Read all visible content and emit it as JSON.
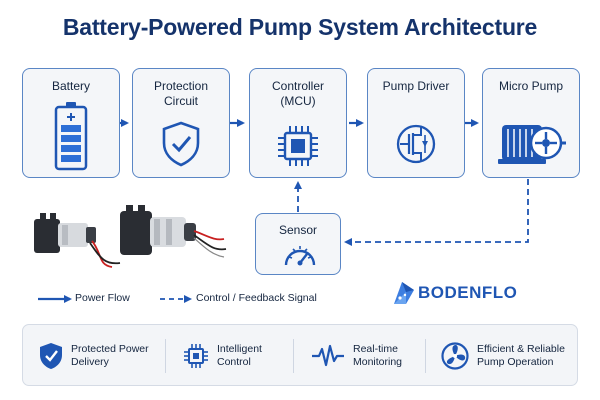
{
  "title": "Battery-Powered Pump System Architecture",
  "blocks": {
    "battery": "Battery",
    "protection": "Protection Circuit",
    "controller": "Controller (MCU)",
    "driver": "Pump Driver",
    "pump": "Micro Pump",
    "sensor": "Sensor"
  },
  "legend": {
    "power": "Power Flow",
    "control": "Control / Feedback Signal"
  },
  "brand": "BODENFLO",
  "features": [
    {
      "label": "Protected Power Delivery",
      "icon": "shield-icon"
    },
    {
      "label": "Intelligent Control",
      "icon": "chip-icon"
    },
    {
      "label": "Real-time Monitoring",
      "icon": "waveform-icon"
    },
    {
      "label": "Efficient & Reliable Pump Operation",
      "icon": "fan-icon"
    }
  ],
  "colors": {
    "accent": "#1f56b3",
    "title": "#15336b",
    "box_border": "#5a86c5",
    "box_fill": "#f4f6f9"
  }
}
